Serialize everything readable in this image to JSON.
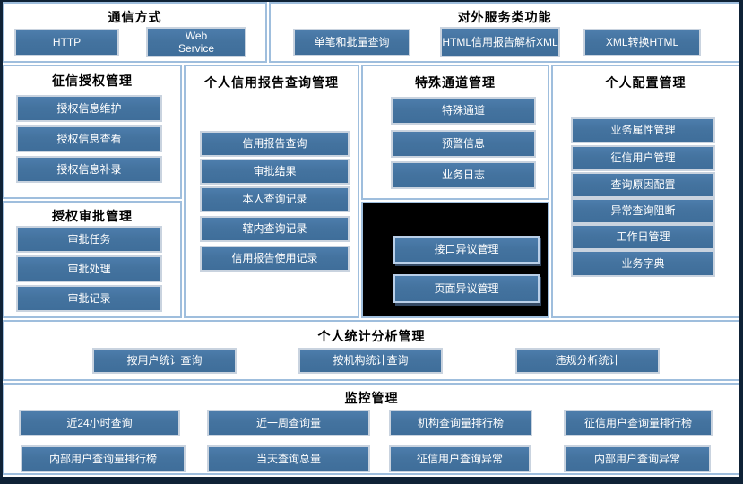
{
  "colors": {
    "button_fill": "#44739f",
    "button_border": "#c9d3df",
    "section_border": "#9fbedd",
    "outer_frame": "#0f2236",
    "dispute_panel_background": "#000000",
    "button_text": "#ffffff",
    "title_text": "#000000"
  },
  "sections": {
    "comm": {
      "title": "通信方式",
      "buttons": [
        "HTTP",
        "Web Service"
      ]
    },
    "external": {
      "title": "对外服务类功能",
      "buttons": [
        "单笔和批量查询",
        "HTML信用报告解析XML",
        "XML转换HTML"
      ]
    },
    "credit_auth": {
      "title": "征信授权管理",
      "buttons": [
        "授权信息维护",
        "授权信息查看",
        "授权信息补录"
      ]
    },
    "auth_approval": {
      "title": "授权审批管理",
      "buttons": [
        "审批任务",
        "审批处理",
        "审批记录"
      ]
    },
    "credit_report": {
      "title": "个人信用报告查询管理",
      "buttons": [
        "信用报告查询",
        "审批结果",
        "本人查询记录",
        "辖内查询记录",
        "信用报告使用记录"
      ]
    },
    "special_channel": {
      "title": "特殊通道管理",
      "buttons": [
        "特殊通道",
        "预警信息",
        "业务日志"
      ]
    },
    "dispute": {
      "buttons": [
        "接口异议管理",
        "页面异议管理"
      ]
    },
    "personal_config": {
      "title": "个人配置管理",
      "buttons": [
        "业务属性管理",
        "征信用户管理",
        "查询原因配置",
        "异常查询阻断",
        "工作日管理",
        "业务字典"
      ]
    },
    "stats": {
      "title": "个人统计分析管理",
      "buttons": [
        "按用户统计查询",
        "按机构统计查询",
        "违规分析统计"
      ]
    },
    "monitor": {
      "title": "监控管理",
      "buttons": [
        "近24小时查询",
        "近一周查询量",
        "机构查询量排行榜",
        "征信用户查询量排行榜",
        "内部用户查询量排行榜",
        "当天查询总量",
        "征信用户查询异常",
        "内部用户查询异常"
      ]
    }
  }
}
